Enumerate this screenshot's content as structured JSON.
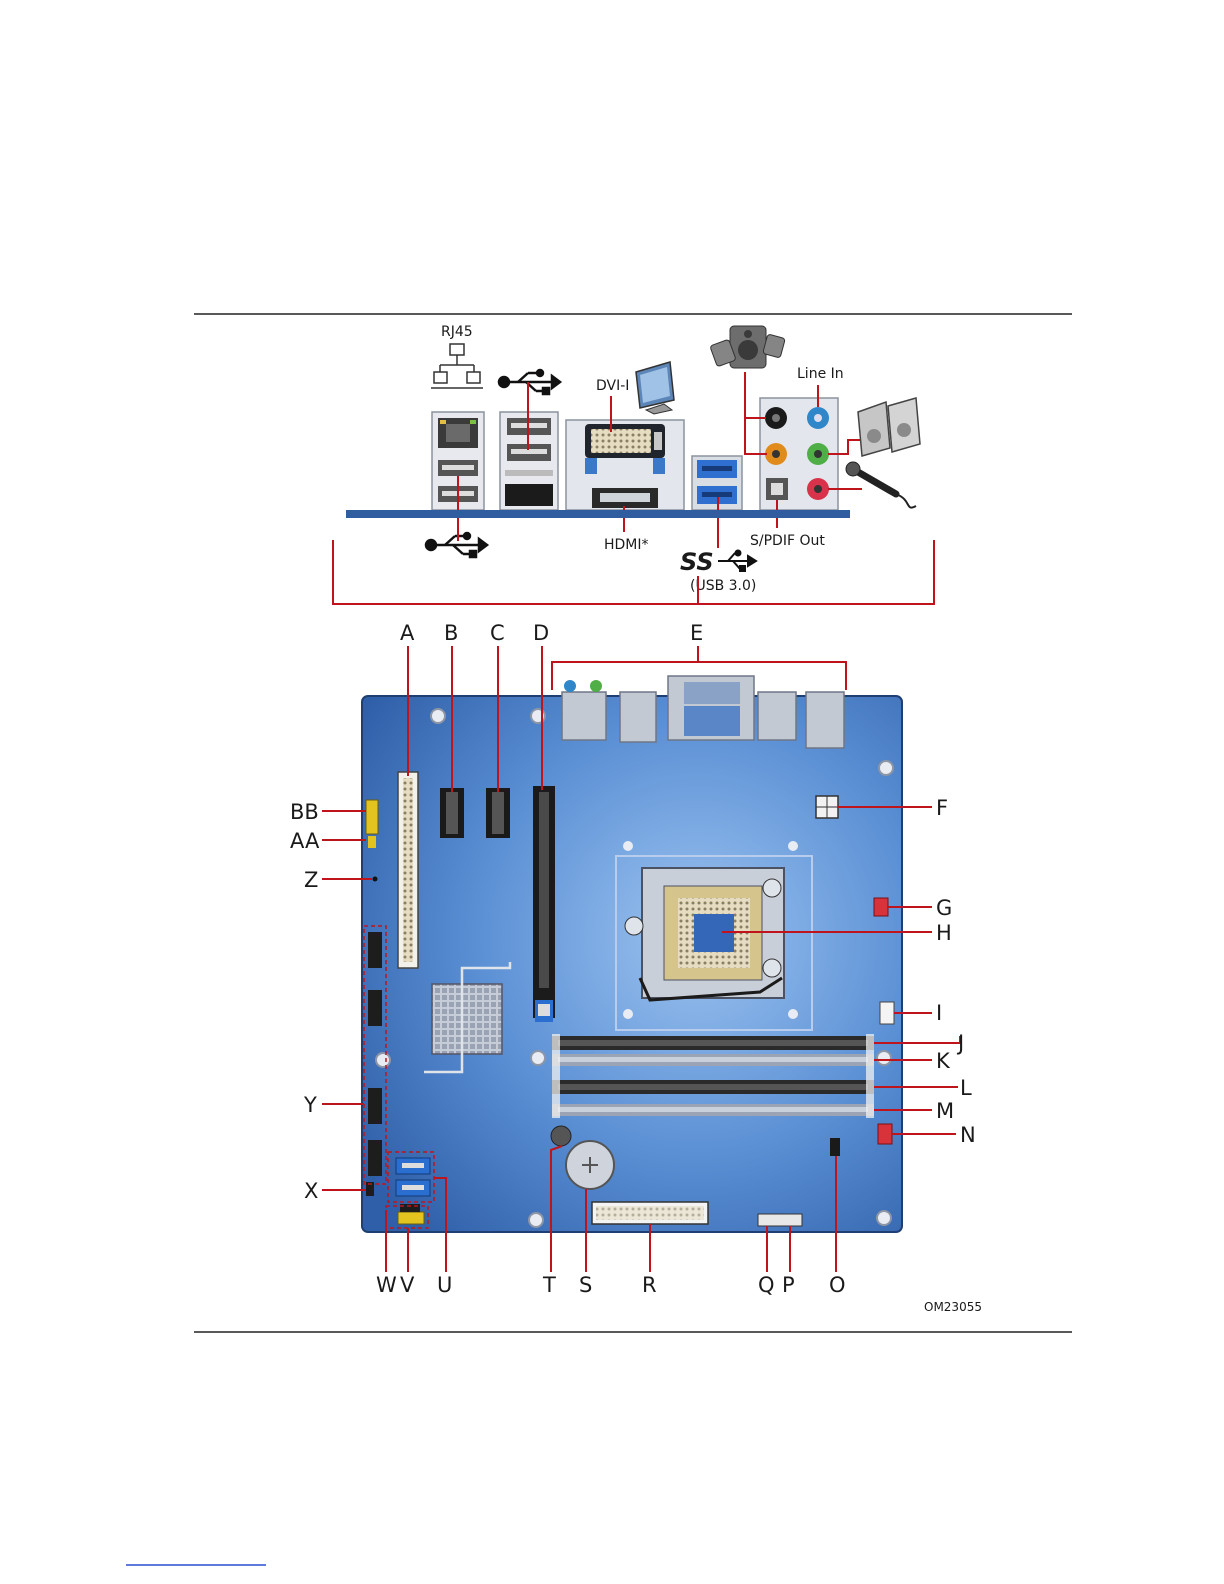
{
  "rear_panel": {
    "rj45": "RJ45",
    "dvi": "DVI-I",
    "line_in": "Line In",
    "hdmi": "HDMI*",
    "spdif": "S/PDIF Out",
    "usb3_logo": "SS",
    "usb3": "(USB 3.0)"
  },
  "callouts": {
    "A": "A",
    "B": "B",
    "C": "C",
    "D": "D",
    "E": "E",
    "F": "F",
    "G": "G",
    "H": "H",
    "I": "I",
    "J": "J",
    "K": "K",
    "L": "L",
    "M": "M",
    "N": "N",
    "O": "O",
    "P": "P",
    "Q": "Q",
    "R": "R",
    "S": "S",
    "T": "T",
    "U": "U",
    "V": "V",
    "W": "W",
    "X": "X",
    "Y": "Y",
    "Z": "Z",
    "AA": "AA",
    "BB": "BB"
  },
  "figure_id": "OM23055",
  "colors": {
    "board": "#3b6fb8",
    "board_light": "#8db6ea",
    "callout_line": "#c0141c",
    "panel_bar": "#2f5d9f"
  }
}
